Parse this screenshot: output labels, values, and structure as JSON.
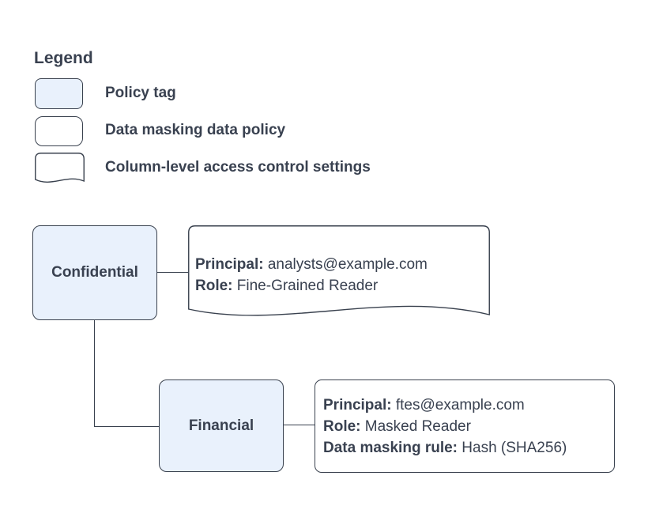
{
  "colors": {
    "policy_tag_fill": "#e9f1fc",
    "shape_stroke": "#39414e",
    "text": "#394150",
    "background": "#ffffff"
  },
  "legend": {
    "title": "Legend",
    "items": [
      {
        "shape": "policy-tag",
        "label": "Policy tag"
      },
      {
        "shape": "data-masking-data-policy",
        "label": "Data masking data policy"
      },
      {
        "shape": "column-level-access-control",
        "label": "Column-level access control settings"
      }
    ]
  },
  "diagram": {
    "nodes": [
      {
        "id": "confidential",
        "type": "policy-tag",
        "label": "Confidential"
      },
      {
        "id": "financial",
        "type": "policy-tag",
        "label": "Financial"
      }
    ],
    "annotations": [
      {
        "attached_to": "confidential",
        "shape": "column-level-access-control",
        "lines": [
          {
            "label": "Principal:",
            "value": "analysts@example.com"
          },
          {
            "label": "Role:",
            "value": "Fine-Grained Reader"
          }
        ]
      },
      {
        "attached_to": "financial",
        "shape": "data-masking-data-policy",
        "lines": [
          {
            "label": "Principal:",
            "value": "ftes@example.com"
          },
          {
            "label": "Role:",
            "value": "Masked Reader"
          },
          {
            "label": "Data masking rule:",
            "value": "Hash (SHA256)"
          }
        ]
      }
    ]
  }
}
